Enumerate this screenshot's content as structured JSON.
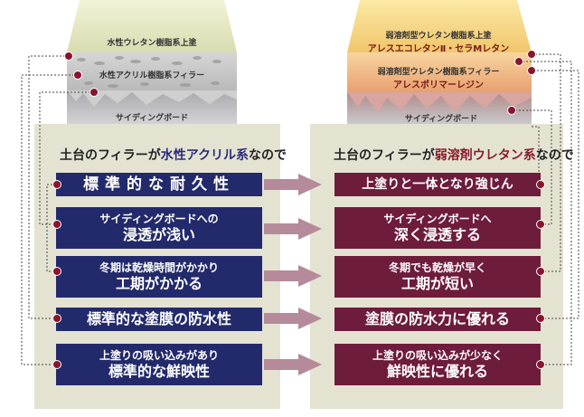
{
  "left": {
    "layers": {
      "top_coat": "水性ウレタン樹脂系上塗",
      "filler": "水性アクリル樹脂系フィラー",
      "board": "サイディングボード"
    },
    "heading": {
      "pre": "土台のフィラーが",
      "highlight": "水性アクリル系",
      "post": "なので"
    },
    "items": [
      {
        "line1": "標準的な耐久性",
        "line2": ""
      },
      {
        "line1": "サイディングボードへの",
        "line2": "浸透が浅い"
      },
      {
        "line1": "冬期は乾燥時間がかかり",
        "line2": "工期がかかる"
      },
      {
        "line1": "標準的な塗膜の防水性",
        "line2": ""
      },
      {
        "line1": "上塗りの吸い込みがあり",
        "line2": "標準的な鮮映性"
      }
    ]
  },
  "right": {
    "layers": {
      "top_coat_line1": "弱溶剤型ウレタン樹脂系上塗",
      "top_coat_line2": "アレスエコレタンⅡ・セラMレタン",
      "filler_line1": "弱溶剤型ウレタン樹脂系フィラー",
      "filler_line2": "アレスポリマーレジン",
      "board": "サイディングボード"
    },
    "heading": {
      "pre": "土台のフィラーが",
      "highlight": "弱溶剤ウレタン系",
      "post": "なので"
    },
    "items": [
      {
        "line1": "上塗りと一体となり強じん",
        "line2": ""
      },
      {
        "line1": "サイディングボードへ",
        "line2": "深く浸透する"
      },
      {
        "line1": "冬期でも乾燥が早く",
        "line2": "工期が短い"
      },
      {
        "line1": "塗膜の防水力に優れる",
        "line2": ""
      },
      {
        "line1": "上塗りの吸い込みが少なく",
        "line2": "鮮映性に優れる"
      }
    ]
  },
  "colors": {
    "left_box": "#232a6b",
    "right_box": "#6e1c3c",
    "panel": "#e4e3d2",
    "dot": "#8a1430",
    "arrow": "#b58a9a"
  }
}
